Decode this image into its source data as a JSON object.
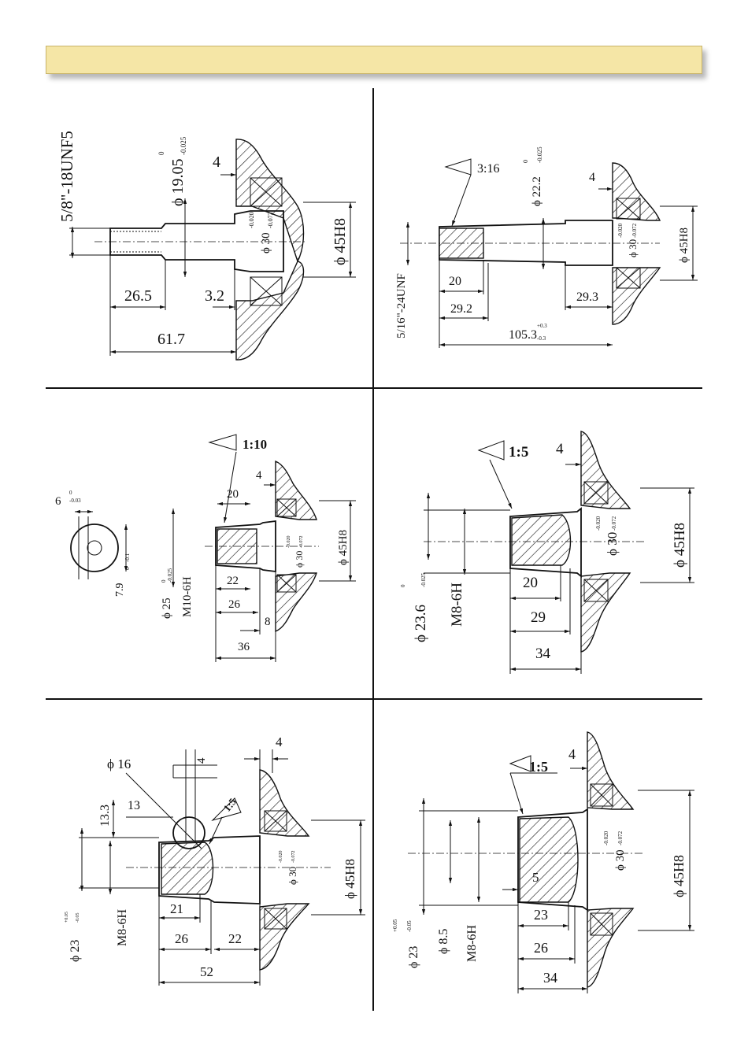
{
  "colors": {
    "banner": "#f5e6a6",
    "ink": "#111111"
  },
  "panels": [
    {
      "id": "top-left",
      "labels": {
        "thread": "5/8\"-18UNF5",
        "shaft_dia": "ϕ 19.05",
        "shaft_tol_upper": "0",
        "shaft_tol_lower": "-0.025",
        "gap": "4",
        "bore": "ϕ 30",
        "bore_tol_upper": "-0.020",
        "bore_tol_lower": "-0.072",
        "housing": "ϕ 45H8",
        "len_thread": "26.5",
        "len_step": "3.2",
        "len_total": "61.7"
      }
    },
    {
      "id": "top-right",
      "labels": {
        "taper": "3:16",
        "shaft_dia": "ϕ 22.2",
        "shaft_tol_upper": "0",
        "shaft_tol_lower": "-0.025",
        "gap": "4",
        "bore": "ϕ 30",
        "bore_tol_upper": "-0.020",
        "bore_tol_lower": "-0.072",
        "housing": "ϕ 45H8",
        "thread": "5/16\"-24UNF",
        "len_hole": "20",
        "len_taper": "29.2",
        "len_step": "29.3",
        "len_total": "105.3",
        "tol_upper": "+0.3",
        "tol_lower": "-0.3"
      }
    },
    {
      "id": "middle-left",
      "labels": {
        "key_width": "6",
        "key_tol_upper": "0",
        "key_tol_lower": "-0.03",
        "key_depth": "7.9",
        "key_depth_tol_upper": "0",
        "key_depth_tol_lower": "-0.1",
        "taper": "1:10",
        "gap": "4",
        "len_20": "20",
        "bore": "ϕ 30",
        "bore_tol_upper": "-0.020",
        "bore_tol_lower": "-0.072",
        "housing": "ϕ 45H8",
        "shaft_dia": "ϕ 25",
        "shaft_tol_upper": "0",
        "shaft_tol_lower": "-0.025",
        "thread": "M10-6H",
        "len_22": "22",
        "len_26": "26",
        "len_8": "8",
        "len_36": "36"
      }
    },
    {
      "id": "middle-right",
      "labels": {
        "taper": "1:5",
        "gap": "4",
        "bore": "ϕ 30",
        "bore_tol_upper": "-0.020",
        "bore_tol_lower": "-0.072",
        "housing": "ϕ 45H8",
        "shaft_dia": "ϕ 23.6",
        "shaft_tol_upper": "0",
        "shaft_tol_lower": "-0.025",
        "thread": "M8-6H",
        "len_20": "20",
        "len_29": "29",
        "len_34": "34"
      }
    },
    {
      "id": "bottom-left",
      "labels": {
        "pin_dia": "ϕ 16",
        "gap_small": "4",
        "gap": "4",
        "len_13_3": "13.3",
        "len_13": "13",
        "taper": "1:5",
        "bore": "ϕ 30",
        "bore_tol_upper": "-0.020",
        "bore_tol_lower": "-0.072",
        "housing": "ϕ 45H8",
        "shaft_dia": "ϕ 23",
        "shaft_tol_upper": "+0.05",
        "shaft_tol_lower": "-0.05",
        "thread": "M8-6H",
        "len_21": "21",
        "len_26": "26",
        "len_22": "22",
        "len_52": "52"
      }
    },
    {
      "id": "bottom-right",
      "labels": {
        "taper": "1:5",
        "gap": "4",
        "bore": "ϕ 30",
        "bore_tol_upper": "-0.020",
        "bore_tol_lower": "-0.072",
        "housing": "ϕ 45H8",
        "shaft_dia": "ϕ 23",
        "shaft_tol_upper": "+0.05",
        "shaft_tol_lower": "-0.05",
        "hole_dia": "ϕ 8.5",
        "thread": "M8-6H",
        "len_5": "5",
        "len_23": "23",
        "len_26": "26",
        "len_34": "34"
      }
    }
  ]
}
